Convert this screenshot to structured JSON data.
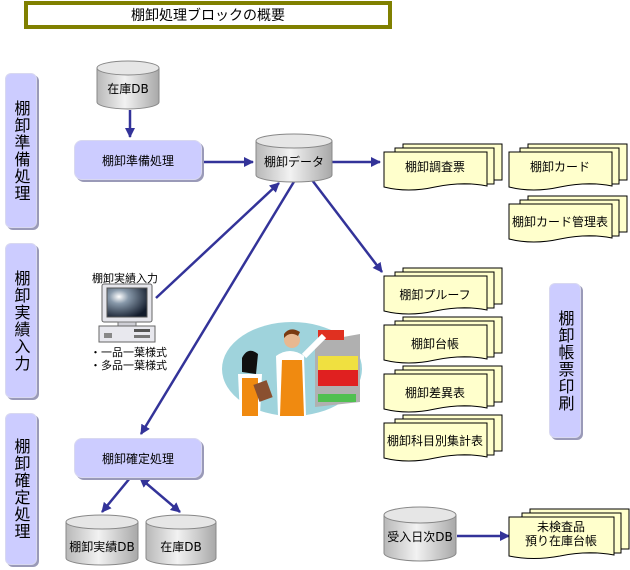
{
  "title": "棚卸処理ブロックの概要",
  "phases": [
    {
      "id": "prep",
      "label": "棚卸準備処理"
    },
    {
      "id": "input",
      "label": "棚卸実績入力"
    },
    {
      "id": "confirm",
      "label": "棚卸確定処理"
    },
    {
      "id": "print",
      "label": "棚卸帳票印刷"
    }
  ],
  "processes": {
    "prep": "棚卸準備処理",
    "confirm": "棚卸確定処理"
  },
  "databases": {
    "stock_top": "在庫DB",
    "inventory_data": "棚卸データ",
    "actual_db": "棚卸実績DB",
    "stock_bottom": "在庫DB",
    "receipt_daily": "受入日次DB"
  },
  "terminal": {
    "label": "棚卸実績入力",
    "notes": [
      "・一品一葉様式",
      "・多品一葉様式"
    ]
  },
  "documents": {
    "survey": "棚卸調査票",
    "card": "棚卸カード",
    "card_mgmt": "棚卸カード管理表",
    "proof": "棚卸プルーフ",
    "ledger": "棚卸台帳",
    "diff": "棚卸差異表",
    "summary": "棚卸科目別集計表",
    "uninspected_1": "未検査品",
    "uninspected_2": "預り在庫台帳"
  },
  "illustration": "shop-staff-illustration",
  "colors": {
    "title_border": "#808000",
    "phase_fill": "#ccccff",
    "doc_fill": "#ffffcc",
    "arrow": "#333399",
    "cylinder": "#cccccc"
  }
}
